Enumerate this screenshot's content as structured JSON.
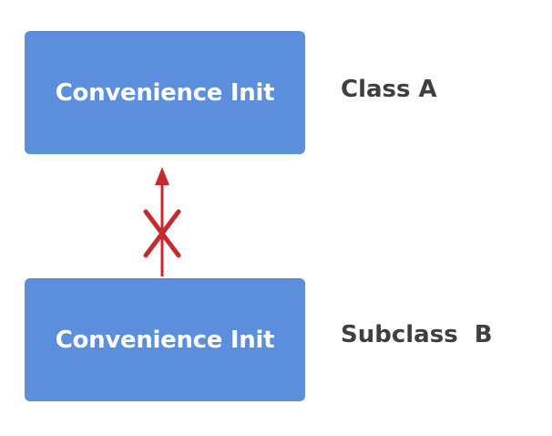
{
  "diagram": {
    "top_box": {
      "label": "Convenience Init",
      "class_name": "Class A"
    },
    "bottom_box": {
      "label": "Convenience Init",
      "class_name": "Subclass  B"
    },
    "connector": {
      "direction": "bottom-to-top",
      "style": "arrow-blocked",
      "symbol": "X",
      "color": "#c62a2f"
    },
    "colors": {
      "box_fill": "#5b8fdb",
      "box_text": "#ffffff",
      "label_text": "#3f3f3f",
      "arrow": "#c62a2f"
    }
  }
}
